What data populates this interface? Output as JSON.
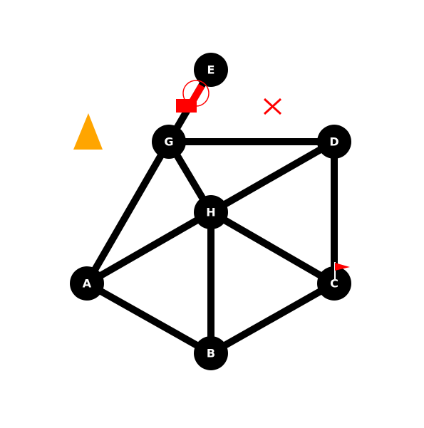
{
  "graph": {
    "nodes": [
      {
        "id": "A",
        "label": "A"
      },
      {
        "id": "B",
        "label": "B"
      },
      {
        "id": "C",
        "label": "C"
      },
      {
        "id": "D",
        "label": "D"
      },
      {
        "id": "E",
        "label": "E"
      },
      {
        "id": "G",
        "label": "G"
      },
      {
        "id": "H",
        "label": "H"
      }
    ],
    "edges": [
      {
        "from": "E",
        "to": "G",
        "highlighted": true
      },
      {
        "from": "G",
        "to": "D",
        "highlighted": false
      },
      {
        "from": "G",
        "to": "H",
        "highlighted": false
      },
      {
        "from": "G",
        "to": "A",
        "highlighted": false
      },
      {
        "from": "D",
        "to": "H",
        "highlighted": false
      },
      {
        "from": "D",
        "to": "C",
        "highlighted": false
      },
      {
        "from": "H",
        "to": "A",
        "highlighted": false
      },
      {
        "from": "H",
        "to": "B",
        "highlighted": false
      },
      {
        "from": "H",
        "to": "C",
        "highlighted": false
      },
      {
        "from": "A",
        "to": "B",
        "highlighted": false
      },
      {
        "from": "B",
        "to": "C",
        "highlighted": false
      }
    ]
  },
  "markers": [
    {
      "type": "triangle",
      "color": "#ffa500"
    },
    {
      "type": "cross",
      "color": "#ff0000"
    },
    {
      "type": "circle-outline",
      "color": "#ff0000"
    },
    {
      "type": "square",
      "color": "#ff0000"
    },
    {
      "type": "flag",
      "color": "#ff0000"
    }
  ],
  "colors": {
    "node": "#000000",
    "edge": "#000000",
    "highlight": "#ff0000",
    "label": "#ffffff"
  }
}
